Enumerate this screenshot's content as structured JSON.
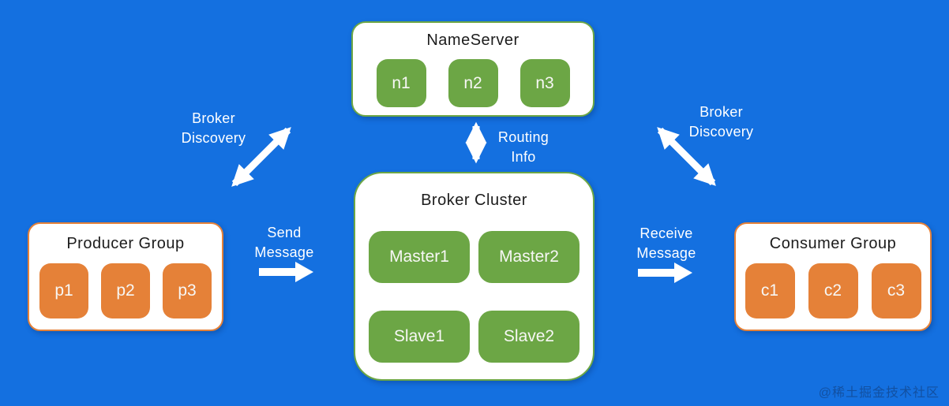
{
  "nameserver": {
    "title": "NameServer",
    "nodes": [
      "n1",
      "n2",
      "n3"
    ]
  },
  "broker_cluster": {
    "title": "Broker Cluster",
    "nodes": [
      "Master1",
      "Master2",
      "Slave1",
      "Slave2"
    ]
  },
  "producer_group": {
    "title": "Producer Group",
    "nodes": [
      "p1",
      "p2",
      "p3"
    ]
  },
  "consumer_group": {
    "title": "Consumer Group",
    "nodes": [
      "c1",
      "c2",
      "c3"
    ]
  },
  "labels": {
    "broker_discovery_left": {
      "line1": "Broker",
      "line2": "Discovery"
    },
    "routing_info": {
      "line1": "Routing",
      "line2": "Info"
    },
    "broker_discovery_right": {
      "line1": "Broker",
      "line2": "Discovery"
    },
    "send_message": {
      "line1": "Send",
      "line2": "Message"
    },
    "receive_message": {
      "line1": "Receive",
      "line2": "Message"
    }
  },
  "watermark": "@稀土掘金技术社区",
  "colors": {
    "background": "#1470E0",
    "node_green": "#6CA645",
    "node_orange": "#E58138",
    "box_fill": "#FFFFFF",
    "arrow": "#FFFFFF",
    "title_text": "#1C1C1C"
  }
}
